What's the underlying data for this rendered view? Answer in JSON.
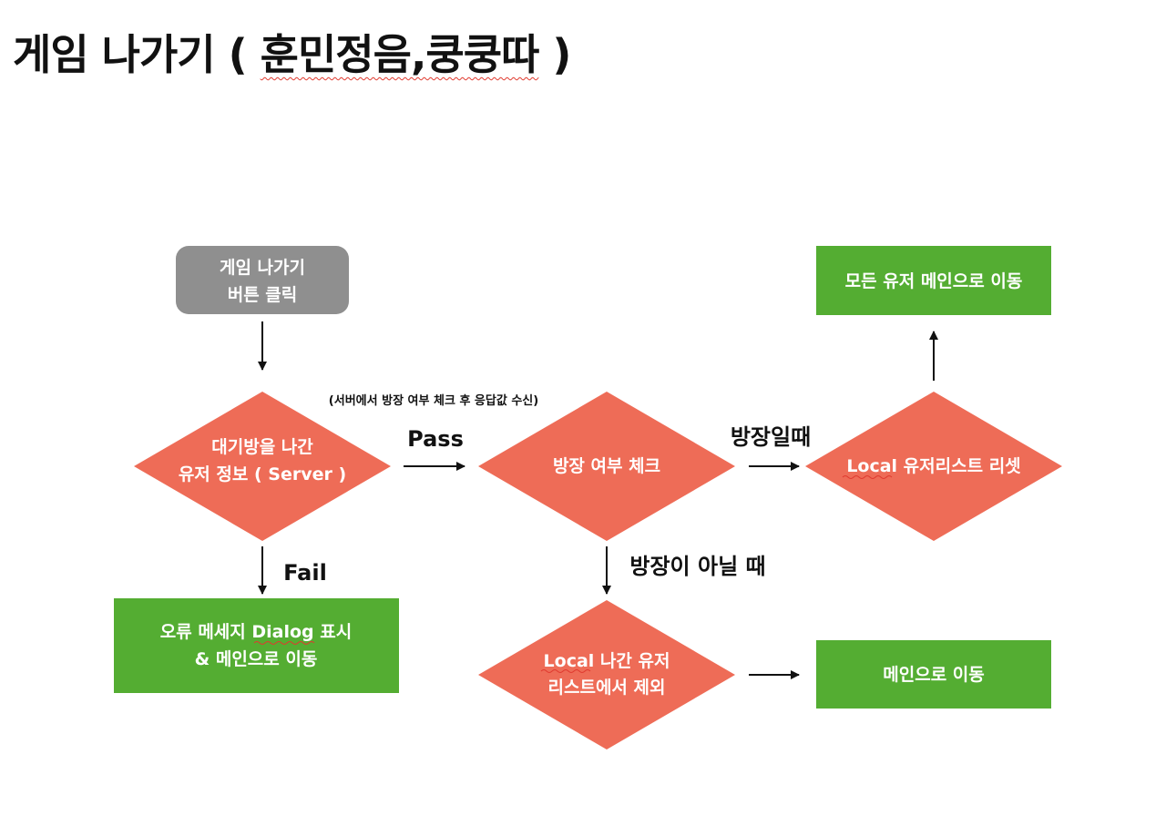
{
  "title": {
    "text_part1": "게임 나가기 ( ",
    "text_part2": "훈민정음,쿵쿵따",
    "text_part3": " )"
  },
  "colors": {
    "start_fill": "#8f8f8f",
    "decision_fill": "#ee6c57",
    "result_fill": "#54ad32",
    "arrow": "#111111",
    "underline": "#e03a2f"
  },
  "nodes": {
    "start": {
      "line1": "게임 나가기",
      "line2": "버튼 클릭"
    },
    "decision_user": {
      "line1": "대기방을 나간",
      "line2": "유저 정보 ( Server )"
    },
    "decision_host": {
      "line1": "방장 여부 체크"
    },
    "decision_local_reset": {
      "line1": "Local 유저리스트 리셋"
    },
    "decision_local_remove": {
      "line1": "Local 나간 유저",
      "line2": "리스트에서 제외"
    },
    "result_all_main": {
      "line1": "모든 유저 메인으로 이동"
    },
    "result_error": {
      "line1": "오류 메세지 Dialog 표시",
      "line2": "& 메인으로 이동"
    },
    "result_main": {
      "line1": "메인으로 이동"
    }
  },
  "edge_labels": {
    "pass": "Pass",
    "fail": "Fail",
    "is_host": "방장일때",
    "not_host": "방장이 아닐 때"
  },
  "note": "(서버에서 방장 여부 체크 후 응답값 수신)"
}
